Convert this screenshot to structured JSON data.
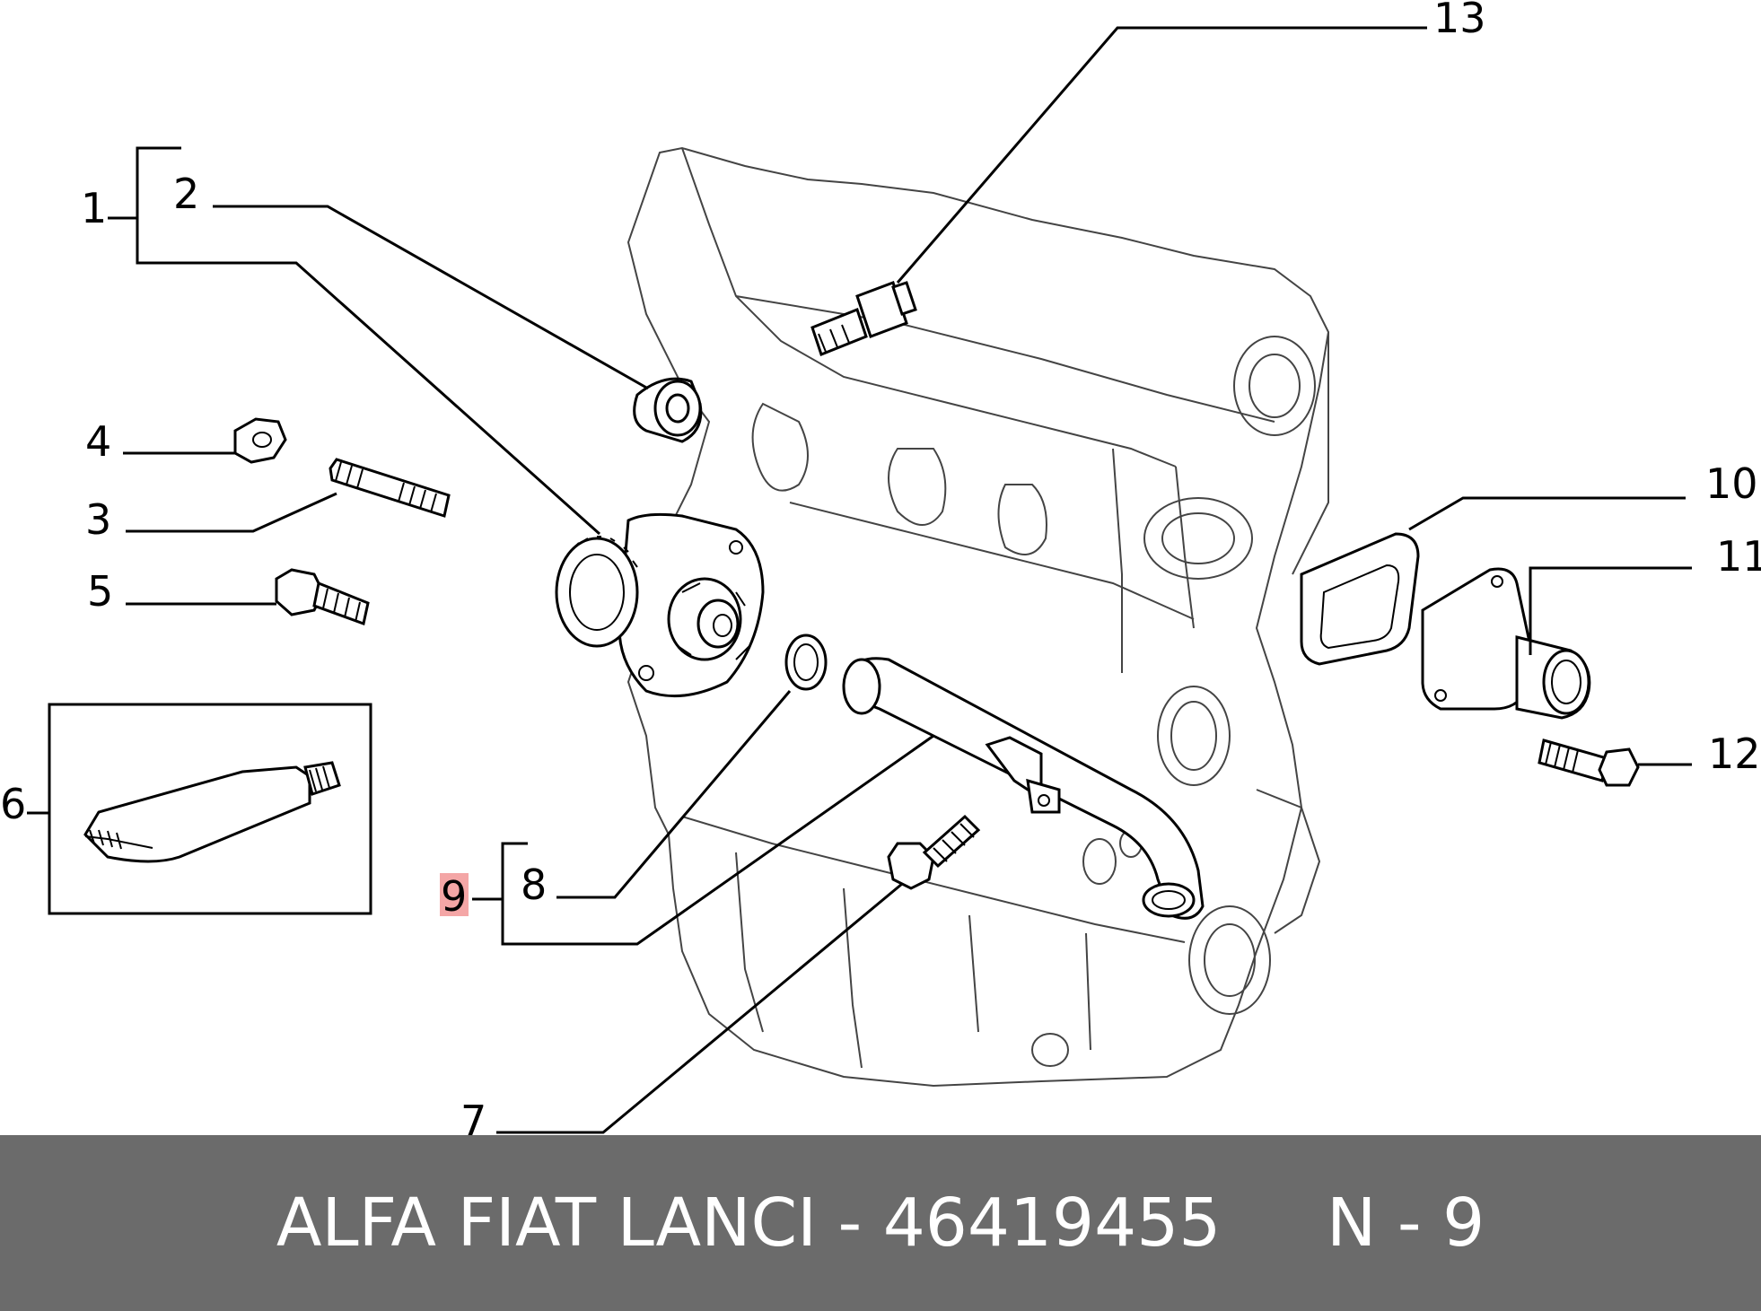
{
  "callouts": {
    "c1": "1",
    "c2": "2",
    "c3": "3",
    "c4": "4",
    "c5": "5",
    "c6": "6",
    "c7": "7",
    "c8": "8",
    "c9": "9",
    "c10": "10",
    "c11": "11",
    "c12": "12",
    "c13": "13"
  },
  "highlight_color": "#f4a6a6",
  "footer": {
    "brand_part": "ALFA FIAT LANCI - 46419455",
    "position": "N - 9"
  }
}
